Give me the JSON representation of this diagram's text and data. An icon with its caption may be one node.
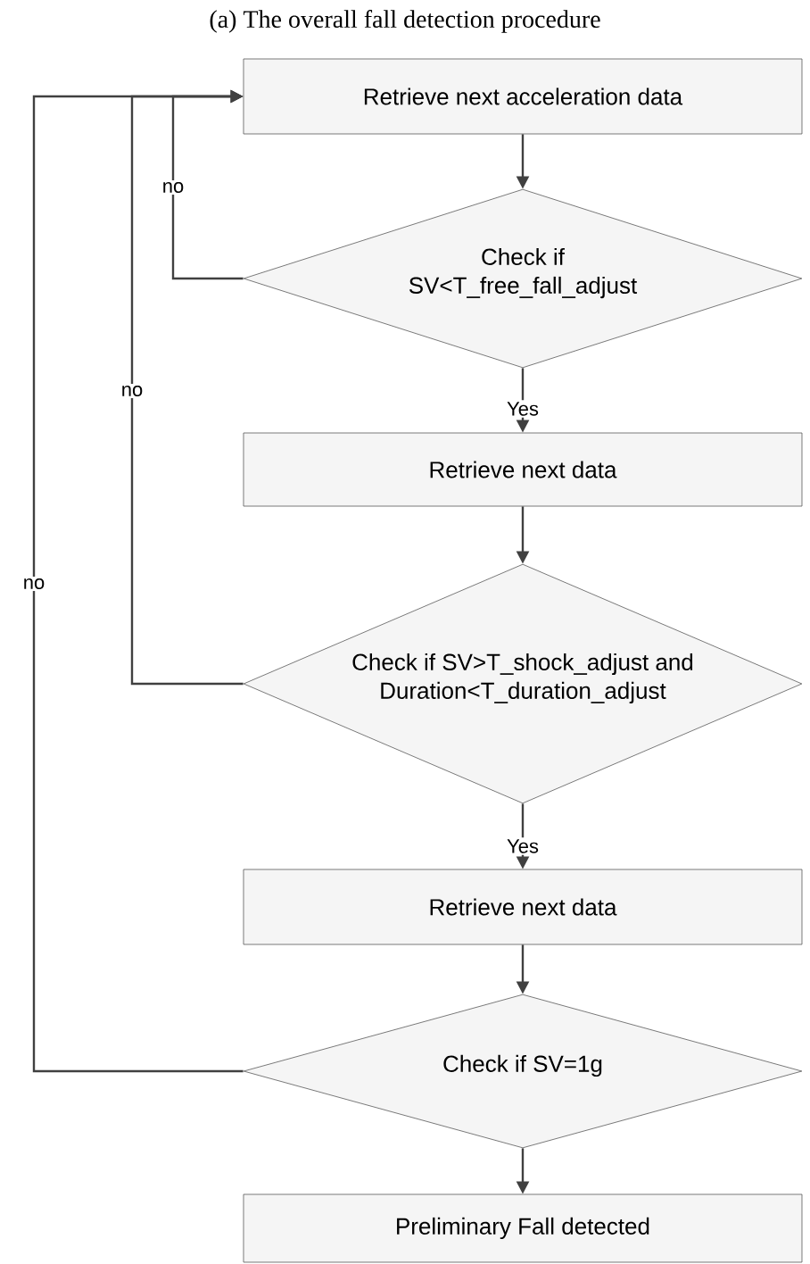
{
  "diagram": {
    "title": "(a) The overall fall detection procedure",
    "nodes": [
      {
        "text": [
          "Retrieve next acceleration data"
        ]
      },
      {
        "text": [
          "Check if SV<T_free_fall_adjust"
        ]
      },
      {
        "text": [
          "Retrieve next data"
        ]
      },
      {
        "text": [
          "Check if SV>T_shock_adjust and Duration<T_duration_adjust"
        ]
      },
      {
        "text": [
          "Retrieve next data"
        ]
      },
      {
        "text": [
          "Check if SV=1g"
        ]
      },
      {
        "text": [
          "Preliminary Fall detected"
        ]
      }
    ],
    "edges": [
      {
        "from": 0,
        "to": 1,
        "arrow": "to"
      },
      {
        "from": 1,
        "to": 2,
        "arrow": "to",
        "label": "Yes"
      },
      {
        "from": 2,
        "to": 3,
        "arrow": "to"
      },
      {
        "from": 3,
        "to": 4,
        "arrow": "to",
        "label": "Yes"
      },
      {
        "from": 4,
        "to": 5,
        "arrow": "to"
      },
      {
        "from": 5,
        "to": 6,
        "arrow": "to"
      },
      {
        "from": 1,
        "to": 0,
        "arrow": "to",
        "label": "no"
      },
      {
        "from": 3,
        "to": 0,
        "arrow": "to",
        "label": "no"
      },
      {
        "from": 5,
        "to": 0,
        "arrow": "to",
        "label": "no"
      }
    ]
  }
}
